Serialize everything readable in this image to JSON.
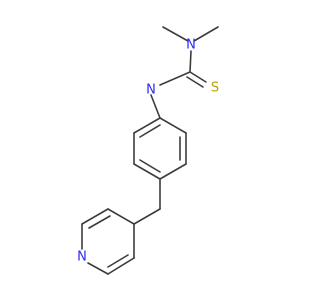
{
  "molecule": {
    "atoms": {
      "amine_n": {
        "symbol": "N",
        "color": "#2a2aff"
      },
      "imine_n": {
        "symbol": "N",
        "color": "#2a2aff"
      },
      "thio_s": {
        "symbol": "S",
        "color": "#b8a400"
      },
      "pyridine_n": {
        "symbol": "N",
        "color": "#2a2aff"
      }
    },
    "bond_color": "#3c3c3c"
  }
}
